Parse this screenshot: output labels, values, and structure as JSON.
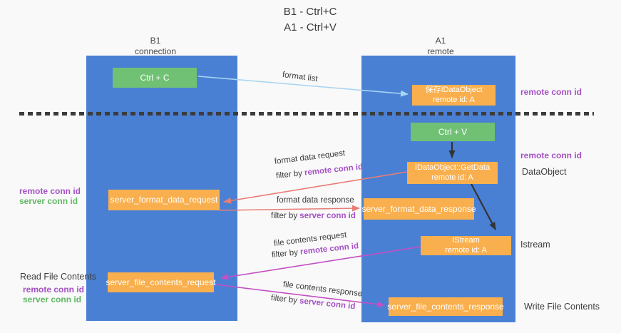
{
  "title": {
    "line1": "B1 - Ctrl+C",
    "line2": "A1 - Ctrl+V"
  },
  "lanes": [
    {
      "header_line1": "B1",
      "header_line2": "connection"
    },
    {
      "header_line1": "A1",
      "header_line2": "remote"
    }
  ],
  "boxes": {
    "ctrl_c": "Ctrl + C",
    "ctrl_v": "Ctrl + V",
    "save_idataobject_line1": "保存IDataObject",
    "save_idataobject_line2": "remote id: A",
    "getdata_line1": "IDataObject::GetData",
    "getdata_line2": "remote id: A",
    "istream_line1": "IStream",
    "istream_line2": "remote id: A",
    "server_format_data_request": "server_format_data_request",
    "server_format_data_response": "server_format_data_response",
    "server_file_contents_request": "server_file_contents_request",
    "server_file_contents_response": "server_file_contents_response"
  },
  "arrow_labels": {
    "format_list": "format list",
    "format_data_request": "format data request",
    "format_data_response": "format data response",
    "file_contents_request": "file contents request",
    "file_contents_response": "file contents response",
    "filter_by": "filter by",
    "remote_conn_id": "remote conn id",
    "server_conn_id": "server conn id"
  },
  "annotations": {
    "right_remote_conn_id_top": "remote conn id",
    "right_remote_conn_id_mid": "remote conn id",
    "dataobject": "DataObject",
    "istream": "Istream",
    "write_file_contents": "Write File Contents",
    "left_remote_conn_id_top": "remote conn id",
    "left_server_conn_id_top": "server conn id",
    "read_file_contents": "Read File Contents",
    "left_remote_conn_id_bottom": "remote conn id",
    "left_server_conn_id_bottom": "server conn id"
  },
  "colors": {
    "background": "#f9f9f9",
    "lane_blue": "#4a80d4",
    "box_orange": "#f9af4d",
    "box_green": "#71c174",
    "arrow_lightblue": "#a9d5f2",
    "arrow_salmon": "#e87c76",
    "arrow_magenta": "#c44fc4",
    "arrow_black": "#333333",
    "label_purple": "#a551c5",
    "label_green": "#61b863",
    "text_dark": "#3d3d3d"
  }
}
